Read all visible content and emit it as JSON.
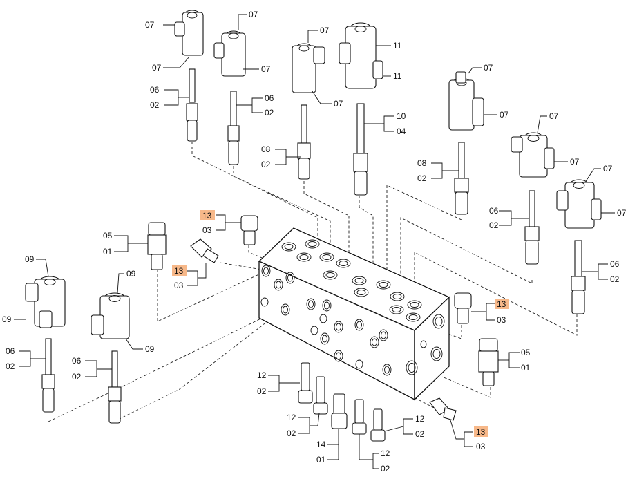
{
  "highlight_color": "#f7b889",
  "labels": {
    "c1_a": "07",
    "c1_b": "07",
    "c1_c": "06",
    "c1_d": "02",
    "c2_a": "07",
    "c2_b": "07",
    "c2_c": "06",
    "c2_d": "02",
    "c3_a": "07",
    "c3_b": "07",
    "c3_c": "08",
    "c3_d": "02",
    "c4_a": "11",
    "c4_b": "11",
    "c4_c": "10",
    "c4_d": "04",
    "c5_a": "07",
    "c5_b": "07",
    "c5_c": "08",
    "c5_d": "02",
    "c6_a": "07",
    "c6_b": "07",
    "c6_c": "06",
    "c6_d": "02",
    "c7_a": "07",
    "c7_b": "07",
    "c7_c": "06",
    "c7_d": "02",
    "c8_a": "09",
    "c8_b": "09",
    "c8_c": "06",
    "c8_d": "02",
    "c9_a": "09",
    "c9_b": "09",
    "c9_c": "06",
    "c9_d": "02",
    "p1_a": "13",
    "p1_b": "03",
    "p2_a": "13",
    "p2_b": "03",
    "p3_a": "13",
    "p3_b": "03",
    "p4_a": "13",
    "p4_b": "03",
    "v1_a": "05",
    "v1_b": "01",
    "v2_a": "05",
    "v2_b": "01",
    "b1_a": "12",
    "b1_b": "02",
    "b2_a": "12",
    "b2_b": "02",
    "b3_a": "14",
    "b3_b": "01",
    "b4_a": "12",
    "b4_b": "02",
    "b5_a": "12",
    "b5_b": "02"
  }
}
